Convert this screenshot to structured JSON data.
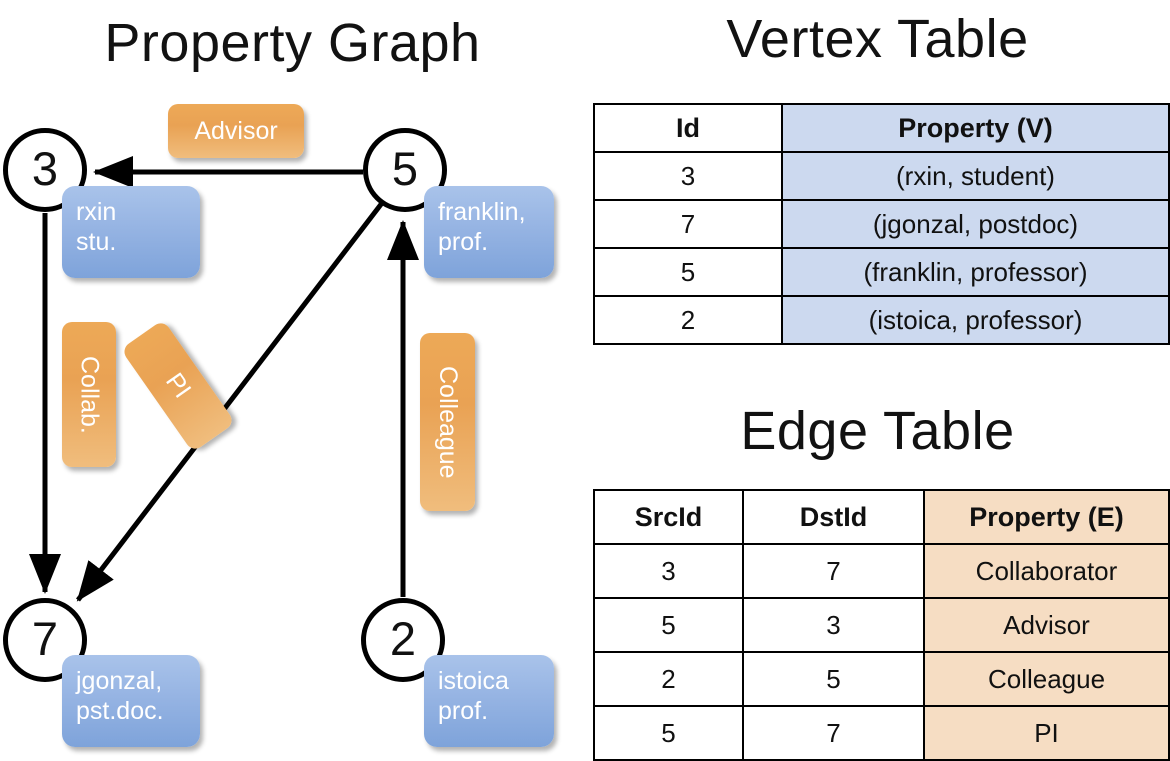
{
  "titles": {
    "property_graph": "Property Graph",
    "vertex_table": "Vertex Table",
    "edge_table": "Edge Table"
  },
  "graph": {
    "nodes": [
      {
        "id": "3",
        "property_line1": "rxin",
        "property_line2": "stu."
      },
      {
        "id": "5",
        "property_line1": "franklin,",
        "property_line2": "prof."
      },
      {
        "id": "7",
        "property_line1": "jgonzal,",
        "property_line2": "pst.doc."
      },
      {
        "id": "2",
        "property_line1": "istoica",
        "property_line2": "prof."
      }
    ],
    "edge_labels": [
      {
        "name": "advisor",
        "text": "Advisor",
        "orientation": "horizontal"
      },
      {
        "name": "collab",
        "text": "Collab.",
        "orientation": "vertical"
      },
      {
        "name": "pi",
        "text": "PI",
        "orientation": "diagonal"
      },
      {
        "name": "colleague",
        "text": "Colleague",
        "orientation": "vertical"
      }
    ],
    "edges": [
      {
        "from": "5",
        "to": "3",
        "label": "Advisor"
      },
      {
        "from": "3",
        "to": "7",
        "label": "Collab."
      },
      {
        "from": "5",
        "to": "7",
        "label": "PI"
      },
      {
        "from": "2",
        "to": "5",
        "label": "Colleague"
      }
    ]
  },
  "vertex_table": {
    "headers": [
      "Id",
      "Property (V)"
    ],
    "rows": [
      {
        "id": "3",
        "property": "(rxin, student)"
      },
      {
        "id": "7",
        "property": "(jgonzal, postdoc)"
      },
      {
        "id": "5",
        "property": "(franklin, professor)"
      },
      {
        "id": "2",
        "property": "(istoica, professor)"
      }
    ]
  },
  "edge_table": {
    "headers": [
      "SrcId",
      "DstId",
      "Property (E)"
    ],
    "rows": [
      {
        "src": "3",
        "dst": "7",
        "property": "Collaborator"
      },
      {
        "src": "5",
        "dst": "3",
        "property": "Advisor"
      },
      {
        "src": "2",
        "dst": "5",
        "property": "Colleague"
      },
      {
        "src": "5",
        "dst": "7",
        "property": "PI"
      }
    ]
  },
  "colors": {
    "vertex_property_fill": "#ccd9ef",
    "edge_property_fill": "#f6ddc3",
    "node_box_blue": "#8fb0e1",
    "edge_label_orange": "#eda957",
    "stroke": "#000000",
    "background": "#ffffff"
  }
}
